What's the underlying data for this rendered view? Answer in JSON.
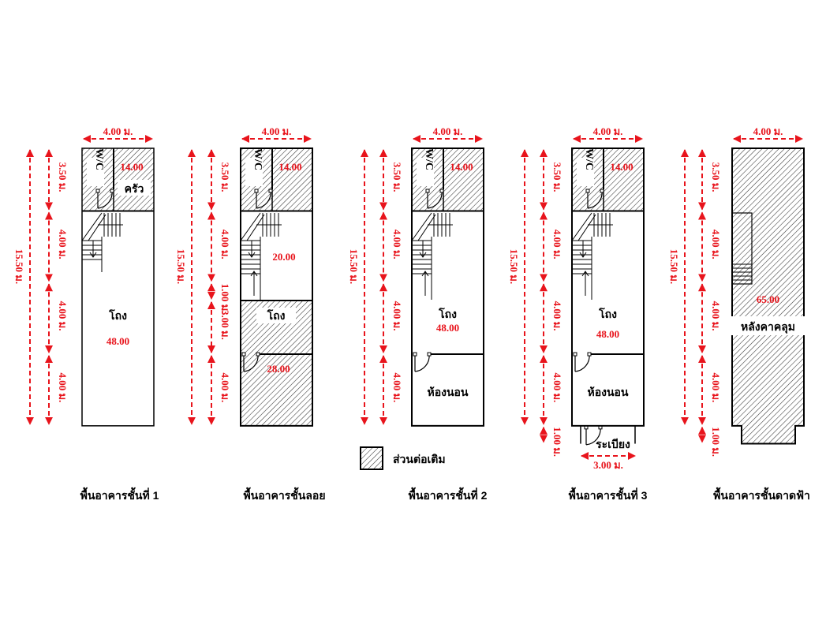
{
  "colors": {
    "dimension": "#e8141c",
    "wall": "#000000",
    "hatch": "#333333"
  },
  "plans": [
    {
      "title": "พื้นอาคารชั้นที่ 1",
      "width_label": "4.00 ม.",
      "total_label": "15.50 ม.",
      "segments": [
        "3.50 ม.",
        "4.00 ม.",
        "4.00 ม.",
        "4.00 ม."
      ],
      "wc": "W/C",
      "top_area": "14.00",
      "kitchen": "ครัว",
      "hall": "โถง",
      "hall_area": "48.00"
    },
    {
      "title": "พื้นอาคารชั้นลอย",
      "width_label": "4.00 ม.",
      "total_label": "15.50 ม.",
      "segments": [
        "3.50 ม.",
        "4.00 ม.",
        "1.00 ม.",
        "3.00 ม.",
        "4.00 ม."
      ],
      "wc": "W/C",
      "top_area": "14.00",
      "mezz_area": "20.00",
      "hall": "โถง",
      "rear_area": "28.00"
    },
    {
      "title": "พื้นอาคารชั้นที่ 2",
      "width_label": "4.00 ม.",
      "total_label": "15.50 ม.",
      "segments": [
        "3.50 ม.",
        "4.00 ม.",
        "4.00 ม.",
        "4.00 ม."
      ],
      "wc": "W/C",
      "top_area": "14.00",
      "hall": "โถง",
      "hall_area": "48.00",
      "bedroom": "ห้องนอน"
    },
    {
      "title": "พื้นอาคารชั้นที่ 3",
      "width_label": "4.00 ม.",
      "total_label": "15.50 ม.",
      "segments": [
        "3.50 ม.",
        "4.00 ม.",
        "4.00 ม.",
        "4.00 ม.",
        "1.00 ม."
      ],
      "wc": "W/C",
      "top_area": "14.00",
      "hall": "โถง",
      "hall_area": "48.00",
      "bedroom": "ห้องนอน",
      "balcony": "ระเบียง",
      "balcony_width": "3.00 ม."
    },
    {
      "title": "พื้นอาคารชั้นดาดฟ้า",
      "width_label": "4.00 ม.",
      "total_label": "15.50 ม.",
      "segments": [
        "3.50 ม.",
        "4.00 ม.",
        "4.00 ม.",
        "4.00 ม.",
        "1.00 ม."
      ],
      "roof_area": "65.00",
      "roof_label": "หลังคาคลุม"
    }
  ],
  "legend": {
    "label": "ส่วนต่อเติม"
  }
}
